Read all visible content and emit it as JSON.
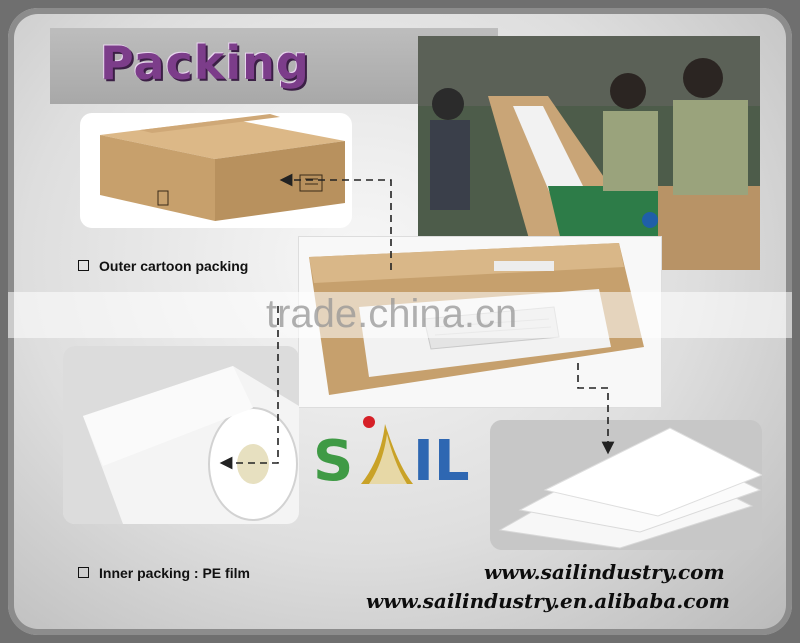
{
  "title": "Packing",
  "captions": {
    "outer": "Outer cartoon packing",
    "inner": "Inner packing : PE film"
  },
  "watermark": "trade.china.cn",
  "logo": {
    "letters_left": "S",
    "letters_right": "IL",
    "colors": {
      "green": "#3f9a45",
      "blue": "#2e67b2",
      "red": "#d62027",
      "gold": "#c9a227"
    }
  },
  "urls": [
    "www.sailindustry.com",
    "www.sailindustry.en.alibaba.com"
  ],
  "colors": {
    "title": "#7c3d8a",
    "cardboard": "#c9a171",
    "title_bar": "#b3b3b3"
  },
  "icons": [
    "box-glyph",
    "dashed-arrow",
    "cardboard-box-image",
    "factory-photo",
    "foam-roll-image",
    "foam-boards-image"
  ]
}
